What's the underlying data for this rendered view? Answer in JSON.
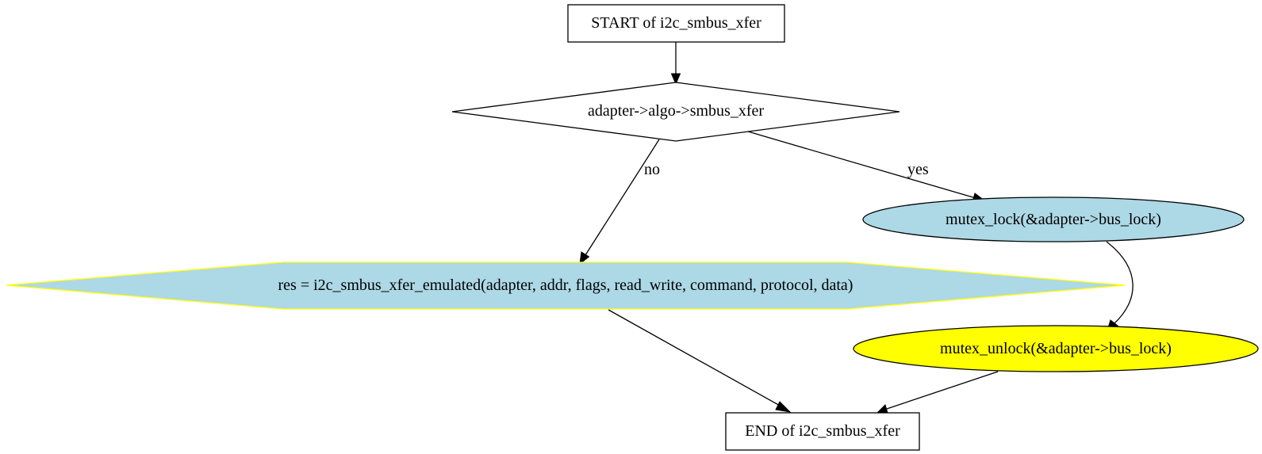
{
  "nodes": {
    "start": {
      "label": "START of i2c_smbus_xfer",
      "shape": "box",
      "fill": "#ffffff",
      "stroke": "#000000"
    },
    "decision": {
      "label": "adapter->algo->smbus_xfer",
      "shape": "diamond",
      "fill": "#ffffff",
      "stroke": "#000000"
    },
    "lock": {
      "label": "mutex_lock(&adapter->bus_lock)",
      "shape": "ellipse",
      "fill": "#add8e6",
      "stroke": "#000000"
    },
    "emulated": {
      "label": "res = i2c_smbus_xfer_emulated(adapter, addr, flags, read_write, command, protocol, data)",
      "shape": "hexagon",
      "fill": "#add8e6",
      "stroke": "#ffff00"
    },
    "unlock": {
      "label": "mutex_unlock(&adapter->bus_lock)",
      "shape": "ellipse",
      "fill": "#ffff00",
      "stroke": "#000000"
    },
    "end": {
      "label": "END of i2c_smbus_xfer",
      "shape": "box",
      "fill": "#ffffff",
      "stroke": "#000000"
    }
  },
  "edges": {
    "start_decision": {
      "from": "start",
      "to": "decision",
      "label": ""
    },
    "decision_no": {
      "from": "decision",
      "to": "emulated",
      "label": "no"
    },
    "decision_yes": {
      "from": "decision",
      "to": "lock",
      "label": "yes"
    },
    "lock_unlock": {
      "from": "lock",
      "to": "unlock",
      "label": ""
    },
    "emulated_end": {
      "from": "emulated",
      "to": "end",
      "label": ""
    },
    "unlock_end": {
      "from": "unlock",
      "to": "end",
      "label": ""
    }
  }
}
